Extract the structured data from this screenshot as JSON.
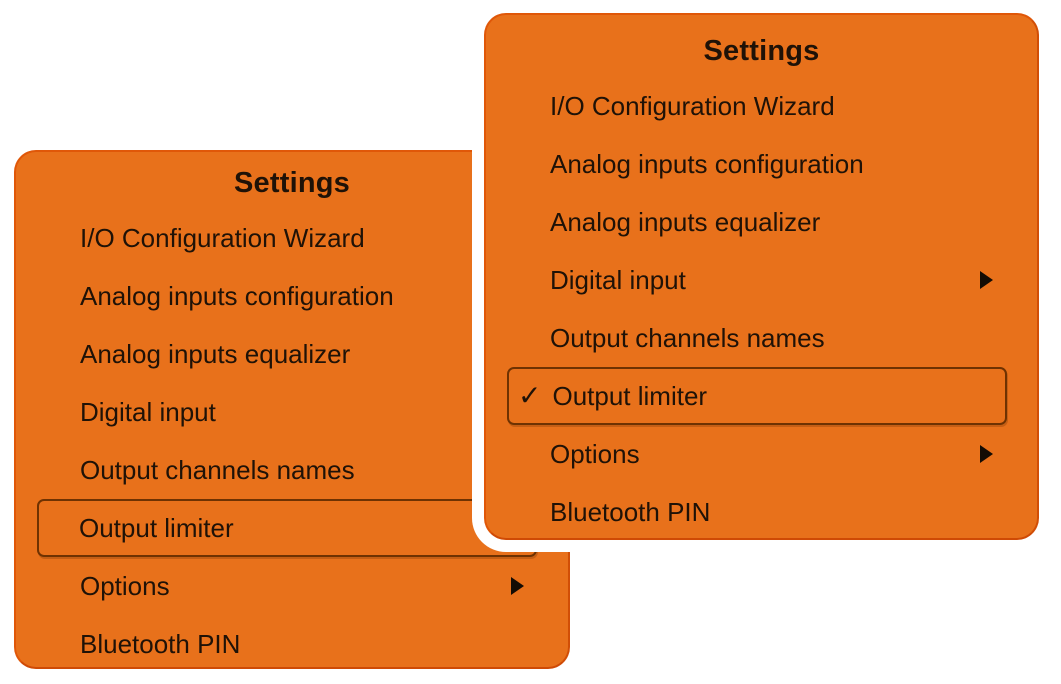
{
  "colors": {
    "background": "#ffffff",
    "panel_orange": "#e8711b",
    "panel_edge": "#d14e06",
    "text": "#1f1207",
    "selected_box_border": "#6e3202"
  },
  "icons": {
    "check": "✓",
    "submenu_arrow": "right-triangle"
  },
  "menus": [
    {
      "position": "back-left",
      "title": "Settings",
      "items": [
        {
          "label": "I/O Configuration Wizard",
          "submenu": false,
          "boxed": false,
          "checked": false
        },
        {
          "label": "Analog inputs configuration",
          "submenu": false,
          "boxed": false,
          "checked": false
        },
        {
          "label": "Analog inputs equalizer",
          "submenu": false,
          "boxed": false,
          "checked": false
        },
        {
          "label": "Digital input",
          "submenu": true,
          "boxed": false,
          "checked": false
        },
        {
          "label": "Output channels names",
          "submenu": false,
          "boxed": false,
          "checked": false
        },
        {
          "label": "Output limiter",
          "submenu": false,
          "boxed": true,
          "checked": false
        },
        {
          "label": "Options",
          "submenu": true,
          "boxed": false,
          "checked": false
        },
        {
          "label": "Bluetooth PIN",
          "submenu": false,
          "boxed": false,
          "checked": false
        }
      ]
    },
    {
      "position": "front-right",
      "title": "Settings",
      "items": [
        {
          "label": "I/O Configuration Wizard",
          "submenu": false,
          "boxed": false,
          "checked": false
        },
        {
          "label": "Analog inputs configuration",
          "submenu": false,
          "boxed": false,
          "checked": false
        },
        {
          "label": "Analog inputs equalizer",
          "submenu": false,
          "boxed": false,
          "checked": false
        },
        {
          "label": "Digital input",
          "submenu": true,
          "boxed": false,
          "checked": false
        },
        {
          "label": "Output channels names",
          "submenu": false,
          "boxed": false,
          "checked": false
        },
        {
          "label": "Output limiter",
          "submenu": false,
          "boxed": true,
          "checked": true
        },
        {
          "label": "Options",
          "submenu": true,
          "boxed": false,
          "checked": false
        },
        {
          "label": "Bluetooth PIN",
          "submenu": false,
          "boxed": false,
          "checked": false
        }
      ]
    }
  ]
}
